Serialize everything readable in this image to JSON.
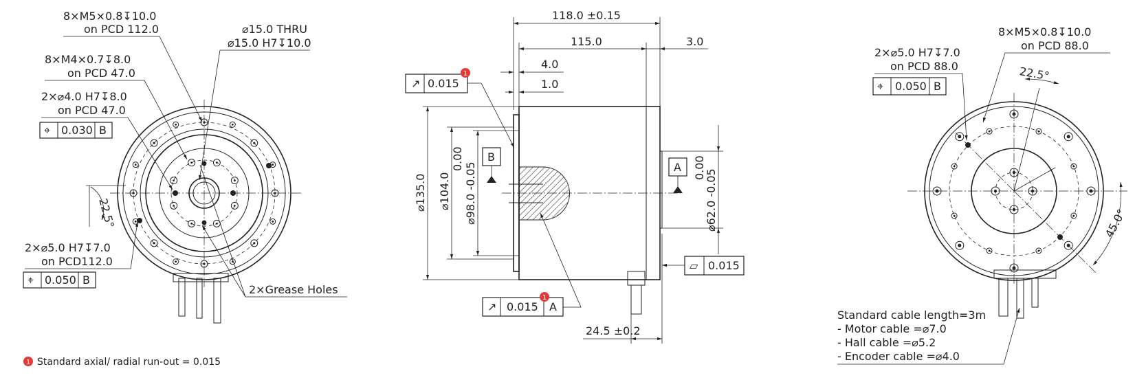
{
  "colors": {
    "line": "#222222",
    "marker": "#e53935",
    "background": "#ffffff"
  },
  "left_view": {
    "callout_m5": {
      "line1": "8×M5×0.8↧10.0",
      "line2": "on PCD 112.0"
    },
    "callout_m4": {
      "line1": "8×M4×0.7↧8.0",
      "line2": "on PCD 47.0"
    },
    "callout_pin4": {
      "line1": "2×⌀4.0 H7↧8.0",
      "line2": "on PCD 47.0"
    },
    "fcf_pin4": {
      "symbol": "⌖",
      "value": "0.030",
      "datum": "B"
    },
    "callout_thru": {
      "line1": "⌀15.0 THRU",
      "line2": "⌀15.0 H7↧10.0"
    },
    "angle": "22.5°",
    "callout_pin5": {
      "line1": "2×⌀5.0 H7↧7.0",
      "line2": "on PCD112.0"
    },
    "fcf_pin5": {
      "symbol": "⌖",
      "value": "0.050",
      "datum": "B"
    },
    "grease_holes": "2×Grease Holes"
  },
  "side_view": {
    "dim_overall": "118.0 ±0.15",
    "dim_body": "115.0",
    "dim_flange": "3.0",
    "dim_4": "4.0",
    "dim_1": "1.0",
    "fcf_axial": {
      "symbol": "↗",
      "value": "0.015"
    },
    "datum_b": "B",
    "datum_a": "A",
    "dim_d135": "⌀135.0",
    "dim_d104": "⌀104.0",
    "dim_d98": "⌀98.0 -0.05",
    "dim_d98_upper": "0.00",
    "dim_d62": "⌀62.0 -0.05",
    "dim_d62_upper": "0.00",
    "fcf_flatness": {
      "symbol": "▱",
      "value": "0.015"
    },
    "fcf_radial": {
      "symbol": "↗",
      "value": "0.015",
      "datum": "A"
    },
    "dim_shaft": "24.5 ±0.2"
  },
  "right_view": {
    "callout_pin5": {
      "line1": "2×⌀5.0 H7↧7.0",
      "line2": "on PCD 88.0"
    },
    "fcf_pin5": {
      "symbol": "⌖",
      "value": "0.050",
      "datum": "B"
    },
    "callout_m5": {
      "line1": "8×M5×0.8↧10.0",
      "line2": "on PCD 88.0"
    },
    "angle_22": "22.5°",
    "angle_45": "45.0°",
    "cable_note": {
      "line1": "Standard cable length=3m",
      "line2": "- Motor cable =⌀7.0",
      "line3": "- Hall cable =⌀5.2",
      "line4": "- Encoder cable =⌀4.0"
    }
  },
  "footnote": {
    "marker": "1",
    "text": "Standard axial/ radial run-out = 0.015"
  }
}
